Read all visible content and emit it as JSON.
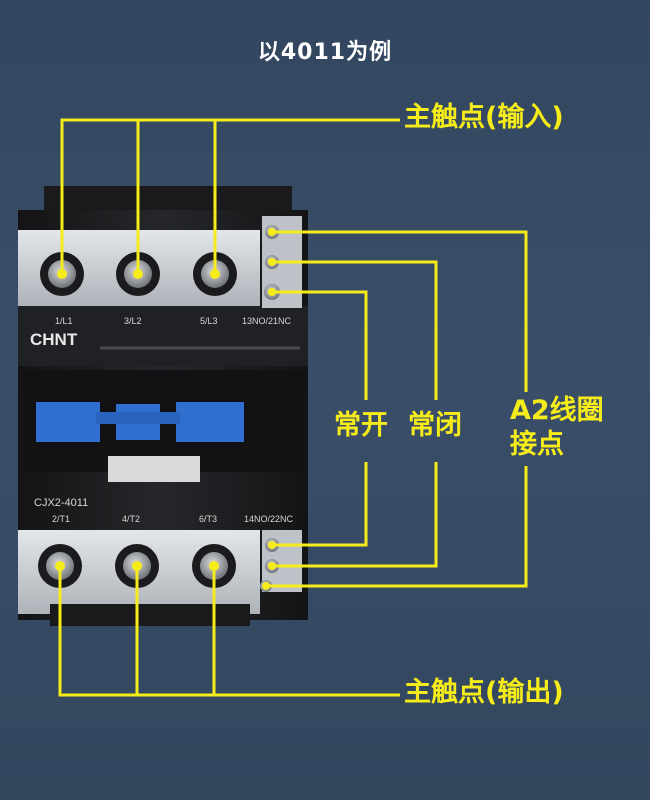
{
  "title": "以4011为例",
  "callouts": {
    "main_input": "主触点(输入)",
    "main_output": "主触点(输出)",
    "normally_open": "常开",
    "normally_closed": "常闭",
    "coil_a2": "A2线圈\n接点"
  },
  "device": {
    "brand": "CHNT",
    "model": "CJX2-4011",
    "top_terminals": [
      "1/L1",
      "3/L2",
      "5/L3",
      "13NO/21NC"
    ],
    "bottom_terminals": [
      "2/T1",
      "4/T2",
      "6/T3",
      "14NO/22NC"
    ]
  },
  "colors": {
    "background": "#36495f",
    "annotation": "#f5ec19",
    "body": "#1c1c1e",
    "terminal_block": "#c9cdd2",
    "actuator": "#2f6fd0"
  }
}
